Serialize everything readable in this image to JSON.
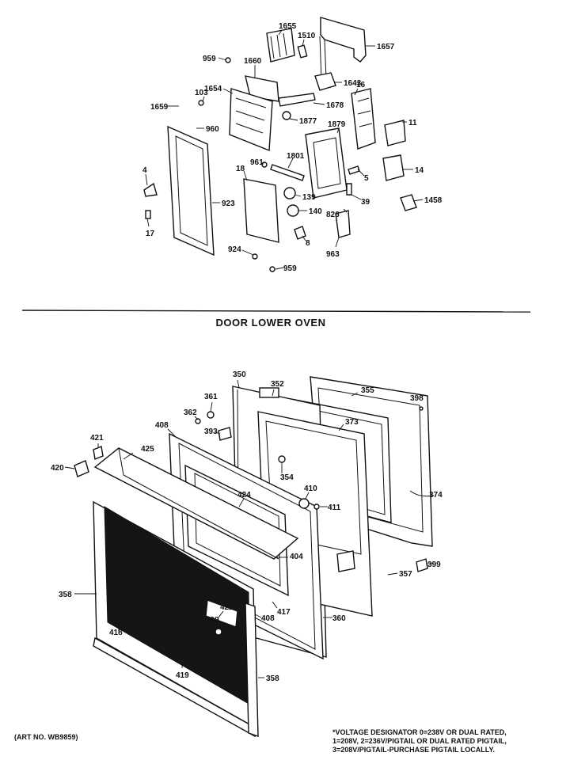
{
  "section_title": "DOOR LOWER OVEN",
  "art_number": "(ART NO. WB9859)",
  "footnote_lines": [
    "*VOLTAGE DESIGNATOR 0=238V OR DUAL RATED,",
    "1=208V, 2=236V/PIGTAIL OR DUAL RATED PIGTAIL,",
    "3=208V/PIGTAIL-PURCHASE PIGTAIL LOCALLY."
  ],
  "upper_labels": [
    "1655",
    "1510",
    "1657",
    "959",
    "1660",
    "103",
    "1654",
    "1643",
    "16",
    "1659",
    "960",
    "1678",
    "1877",
    "1879",
    "11",
    "961",
    "1801",
    "18",
    "5",
    "14",
    "4",
    "139",
    "39",
    "1458",
    "923",
    "140",
    "826",
    "17",
    "8",
    "924",
    "963",
    "959"
  ],
  "lower_labels": [
    "350",
    "352",
    "355",
    "398",
    "361",
    "362",
    "408",
    "373",
    "393",
    "421",
    "425",
    "420",
    "354",
    "424",
    "410",
    "411",
    "374",
    "404",
    "399",
    "357",
    "358",
    "422",
    "399",
    "408",
    "417",
    "360",
    "418",
    "419",
    "358"
  ]
}
